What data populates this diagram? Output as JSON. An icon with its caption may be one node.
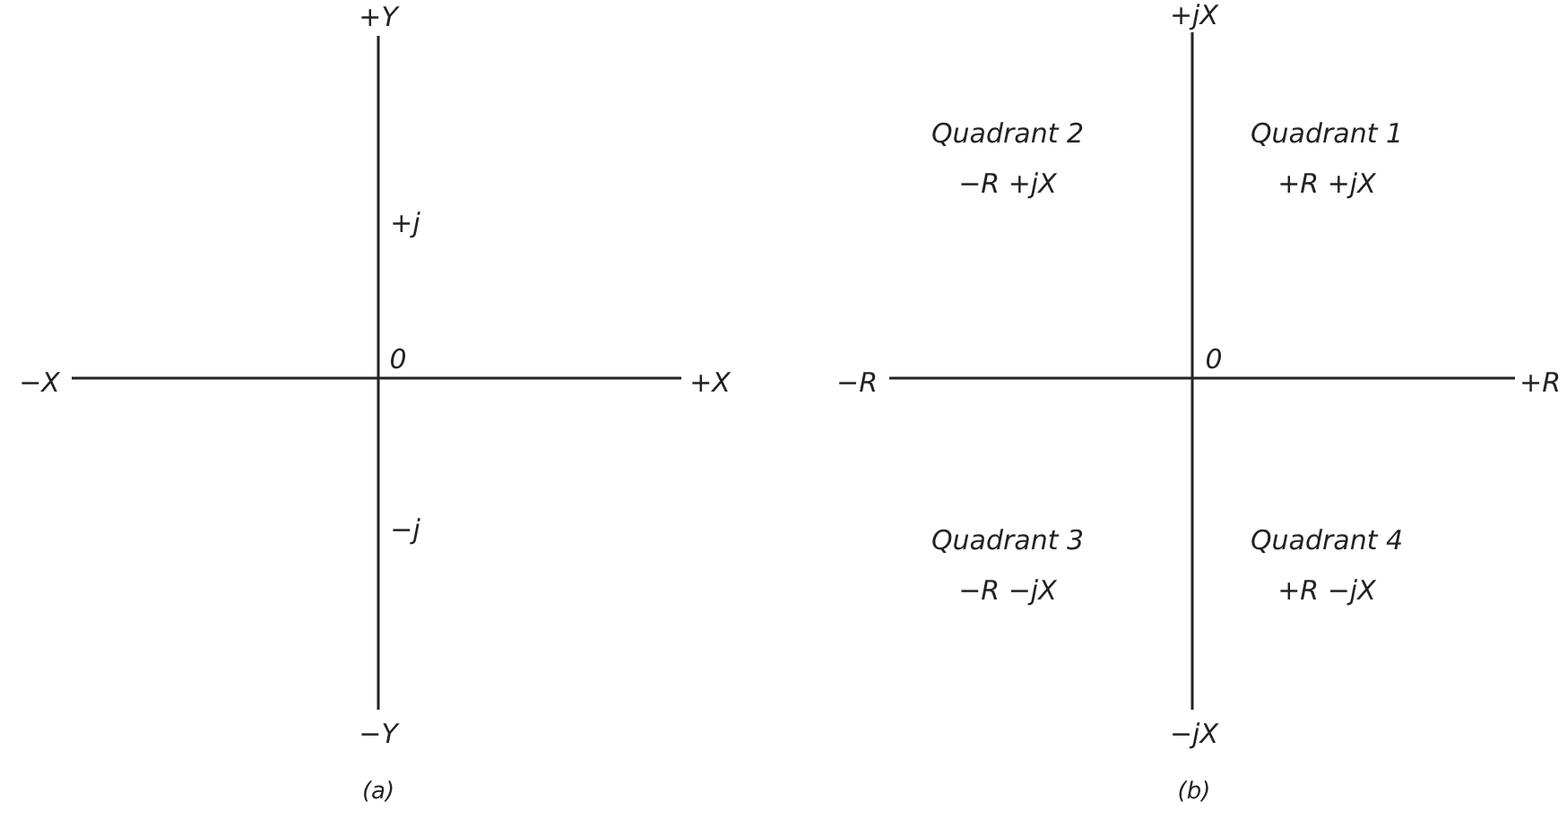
{
  "diagram": {
    "labels": [
      "+Y",
      "−X",
      "0",
      "+X",
      "+j",
      "−j",
      "−Y",
      "(a)",
      "+jX",
      "Quadrant 2",
      "−R +jX",
      "Quadrant 1",
      "+R +jX",
      "−R",
      "0",
      "+R",
      "Quadrant 3",
      "−R −jX",
      "Quadrant 4",
      "+R −jX",
      "−jX",
      "(b)"
    ]
  }
}
